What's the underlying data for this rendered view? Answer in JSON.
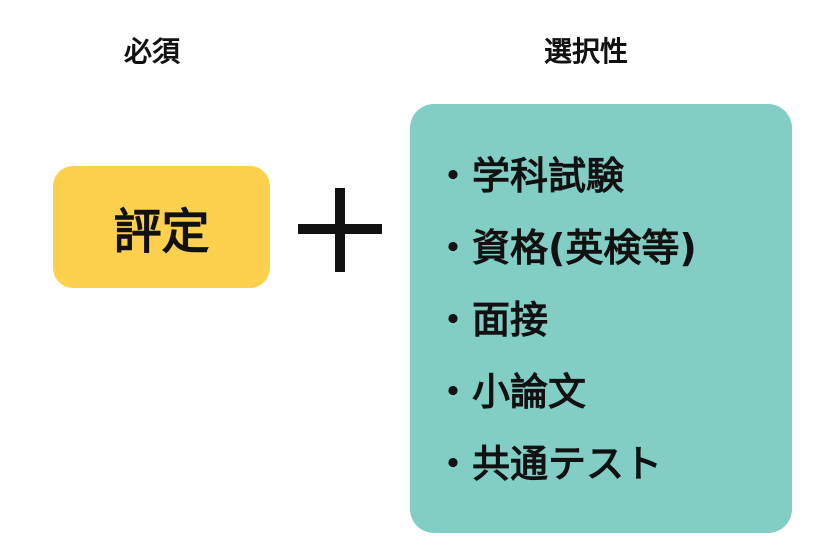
{
  "required": {
    "heading": "必須",
    "item": "評定"
  },
  "operator": "+",
  "optional": {
    "heading": "選択性",
    "bullet": "・",
    "items": [
      "学科試験",
      "資格(英検等)",
      "面接",
      "小論文",
      "共通テスト"
    ]
  },
  "colors": {
    "required_box": "#FDD14E",
    "optional_box": "#82CEC4"
  }
}
